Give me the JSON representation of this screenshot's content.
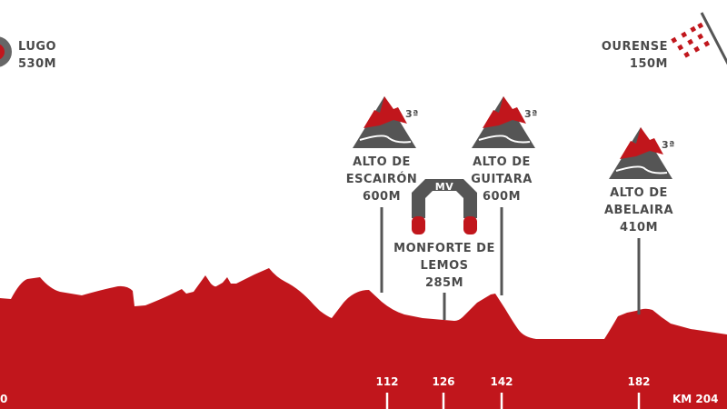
{
  "start": {
    "name": "LUGO",
    "altitude": "530M",
    "icon": "start-circle-icon"
  },
  "finish": {
    "name": "OURENSE",
    "altitude": "150M",
    "icon": "checkered-flag-icon"
  },
  "climbs": [
    {
      "name_line1": "ALTO DE",
      "name_line2": "ESCAIRÓN",
      "altitude": "600M",
      "category": "3ª",
      "km": "112"
    },
    {
      "name_line1": "ALTO DE",
      "name_line2": "GUITARA",
      "altitude": "600M",
      "category": "3ª",
      "km": "142"
    },
    {
      "name_line1": "ALTO DE",
      "name_line2": "ABELAIRA",
      "altitude": "410M",
      "category": "3ª",
      "km": "182"
    }
  ],
  "sprint": {
    "badge": "MV",
    "name_line1": "MONFORTE DE",
    "name_line2": "LEMOS",
    "altitude": "285M",
    "km": "126"
  },
  "axis": {
    "start_km": "0",
    "end_km": "KM 204"
  },
  "colors": {
    "profile": "#c1161c",
    "text": "#4a4a4a"
  }
}
